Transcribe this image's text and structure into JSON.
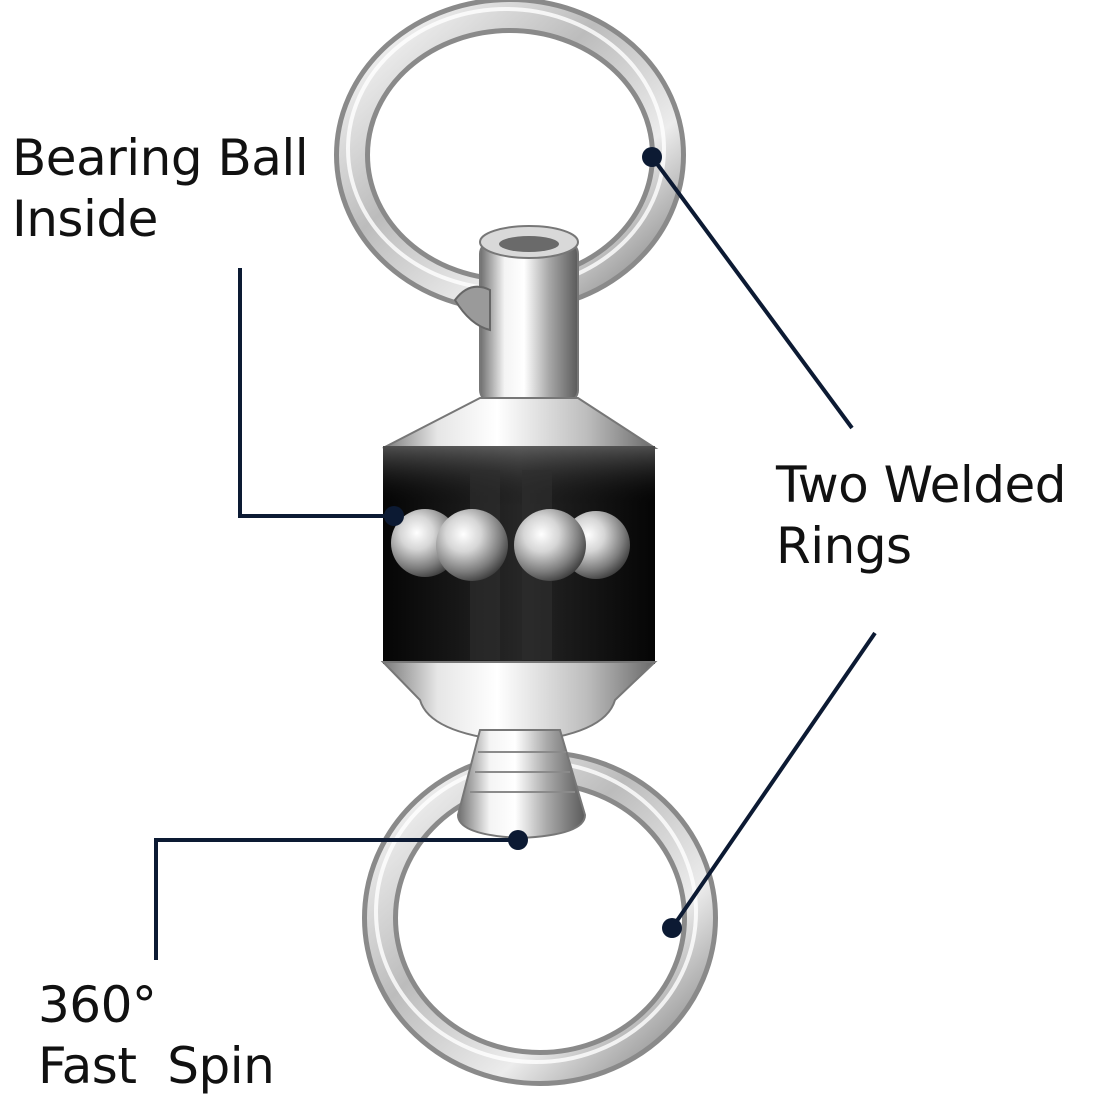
{
  "callouts": {
    "bearing": {
      "line1": "Bearing Ball",
      "line2": "Inside"
    },
    "welded": {
      "line1": "Two Welded",
      "line2": "Rings"
    },
    "spin": {
      "line1": "360°",
      "line2": "Fast  Spin"
    }
  },
  "colors": {
    "leader": "#0c1a33",
    "metal_light": "#f2f2f2",
    "metal_mid": "#b9b9b9",
    "metal_dark": "#6e6e6e",
    "bearing_band": "#141414"
  },
  "icons": {
    "product": "ball-bearing-swivel"
  }
}
